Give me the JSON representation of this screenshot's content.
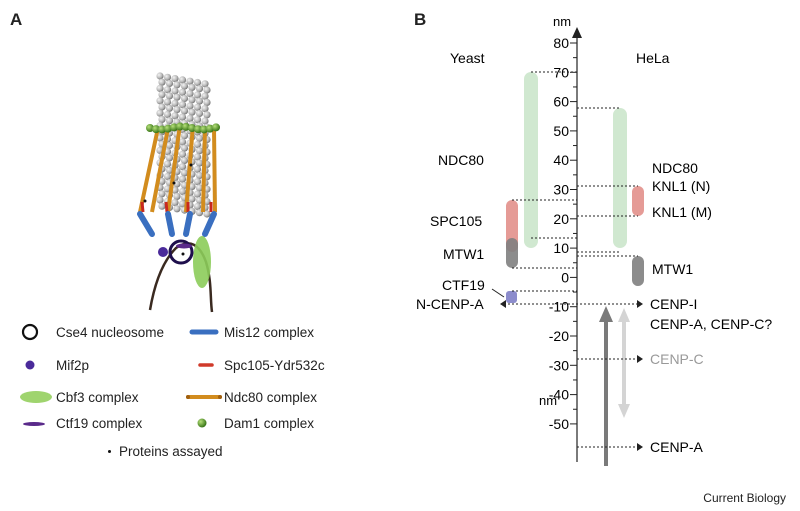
{
  "panels": {
    "a": "A",
    "b": "B"
  },
  "legend": {
    "cse4": "Cse4 nucleosome",
    "mif2p": "Mif2p",
    "cbf3": "Cbf3 complex",
    "ctf19": "Ctf19 complex",
    "mis12": "Mis12 complex",
    "spc105": "Spc105-Ydr532c",
    "ndc80": "Ndc80 complex",
    "dam1": "Dam1 complex",
    "assayed": "Proteins assayed"
  },
  "axis": {
    "unit_top": "nm",
    "unit_bottom": "nm",
    "ticks": [
      "80",
      "70",
      "60",
      "50",
      "40",
      "30",
      "20",
      "10",
      "0",
      "-10",
      "-20",
      "-30",
      "-40",
      "-50"
    ]
  },
  "columns": {
    "yeast": "Yeast",
    "hela": "HeLa"
  },
  "yeast_labels": {
    "ndc80": "NDC80",
    "spc105": "SPC105",
    "mtw1": "MTW1",
    "ctf19": "CTF19",
    "ncenpa": "N-CENP-A"
  },
  "hela_labels": {
    "ndc80": "NDC80",
    "knl1n": "KNL1 (N)",
    "knl1m": "KNL1 (M)",
    "mtw1": "MTW1",
    "cenpi": "CENP-I",
    "cenpac": "CENP-A, CENP-C?",
    "cenpc": "CENP-C",
    "cenpa": "CENP-A"
  },
  "colors": {
    "ndc80": "#c8e4c8",
    "spc105": "#e08a84",
    "mtw1": "#808080",
    "ctf19": "#8c8ccc",
    "cenpc_gray": "#999999"
  },
  "footer": "Current Biology"
}
